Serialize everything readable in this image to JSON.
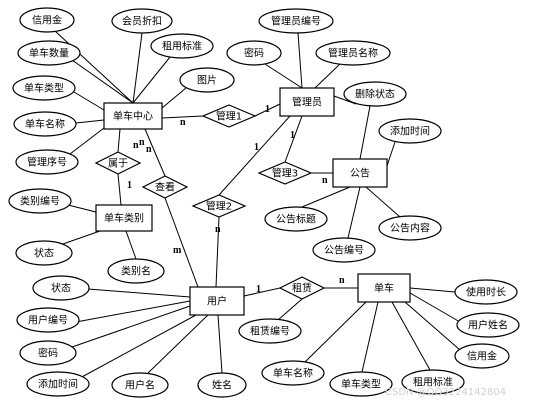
{
  "entities": [
    {
      "id": "bike_center",
      "label": "单车中心"
    },
    {
      "id": "admin",
      "label": "管理员"
    },
    {
      "id": "announcement",
      "label": "公告"
    },
    {
      "id": "bike_category",
      "label": "单车类别"
    },
    {
      "id": "user",
      "label": "用户"
    },
    {
      "id": "bike",
      "label": "单车"
    }
  ],
  "relationships": [
    {
      "id": "manage1",
      "label": "管理1"
    },
    {
      "id": "manage2",
      "label": "管理2"
    },
    {
      "id": "manage3",
      "label": "管理3"
    },
    {
      "id": "belongs_to",
      "label": "属于"
    },
    {
      "id": "view",
      "label": "查看"
    },
    {
      "id": "rent",
      "label": "租赁"
    }
  ],
  "attributes": [
    {
      "id": "bc_credit",
      "label": "信用金"
    },
    {
      "id": "bc_member_discount",
      "label": "会员折扣"
    },
    {
      "id": "bc_quantity",
      "label": "单车数量"
    },
    {
      "id": "bc_rental_std",
      "label": "租用标准"
    },
    {
      "id": "bc_type",
      "label": "单车类型"
    },
    {
      "id": "bc_picture",
      "label": "图片"
    },
    {
      "id": "bc_name",
      "label": "单车名称"
    },
    {
      "id": "bc_admin_seq",
      "label": "管理序号"
    },
    {
      "id": "ad_number",
      "label": "管理员编号"
    },
    {
      "id": "ad_password",
      "label": "密码"
    },
    {
      "id": "ad_name",
      "label": "管理员名称"
    },
    {
      "id": "an_deleted",
      "label": "删除状态"
    },
    {
      "id": "an_added",
      "label": "添加时间"
    },
    {
      "id": "an_title",
      "label": "公告标题"
    },
    {
      "id": "an_content",
      "label": "公告内容"
    },
    {
      "id": "an_number",
      "label": "公告编号"
    },
    {
      "id": "cat_number",
      "label": "类别编号"
    },
    {
      "id": "cat_status",
      "label": "状态"
    },
    {
      "id": "cat_name",
      "label": "类别名"
    },
    {
      "id": "us_status",
      "label": "状态"
    },
    {
      "id": "us_number",
      "label": "用户编号"
    },
    {
      "id": "us_password",
      "label": "密码"
    },
    {
      "id": "us_added",
      "label": "添加时间"
    },
    {
      "id": "us_username",
      "label": "用户名"
    },
    {
      "id": "us_realname",
      "label": "姓名"
    },
    {
      "id": "rent_number",
      "label": "租赁编号"
    },
    {
      "id": "bk_duration",
      "label": "使用时长"
    },
    {
      "id": "bk_username",
      "label": "用户姓名"
    },
    {
      "id": "bk_credit",
      "label": "信用金"
    },
    {
      "id": "bk_name",
      "label": "单车名称"
    },
    {
      "id": "bk_type",
      "label": "单车类型"
    },
    {
      "id": "bk_rental_std",
      "label": "租用标准"
    }
  ],
  "cardinalities": [
    {
      "id": "c1",
      "label": "n"
    },
    {
      "id": "c2",
      "label": "1"
    },
    {
      "id": "c3",
      "label": "1"
    },
    {
      "id": "c4",
      "label": "n"
    },
    {
      "id": "c5",
      "label": "1"
    },
    {
      "id": "c6",
      "label": "n"
    },
    {
      "id": "c7",
      "label": "1"
    },
    {
      "id": "c8",
      "label": "n"
    },
    {
      "id": "c9",
      "label": "m"
    },
    {
      "id": "c10",
      "label": "n"
    },
    {
      "id": "c11",
      "label": "n"
    },
    {
      "id": "c12",
      "label": "n"
    },
    {
      "id": "c13",
      "label": "1"
    },
    {
      "id": "c14",
      "label": "n"
    }
  ],
  "watermark": "CSDN @QQ3224142804"
}
